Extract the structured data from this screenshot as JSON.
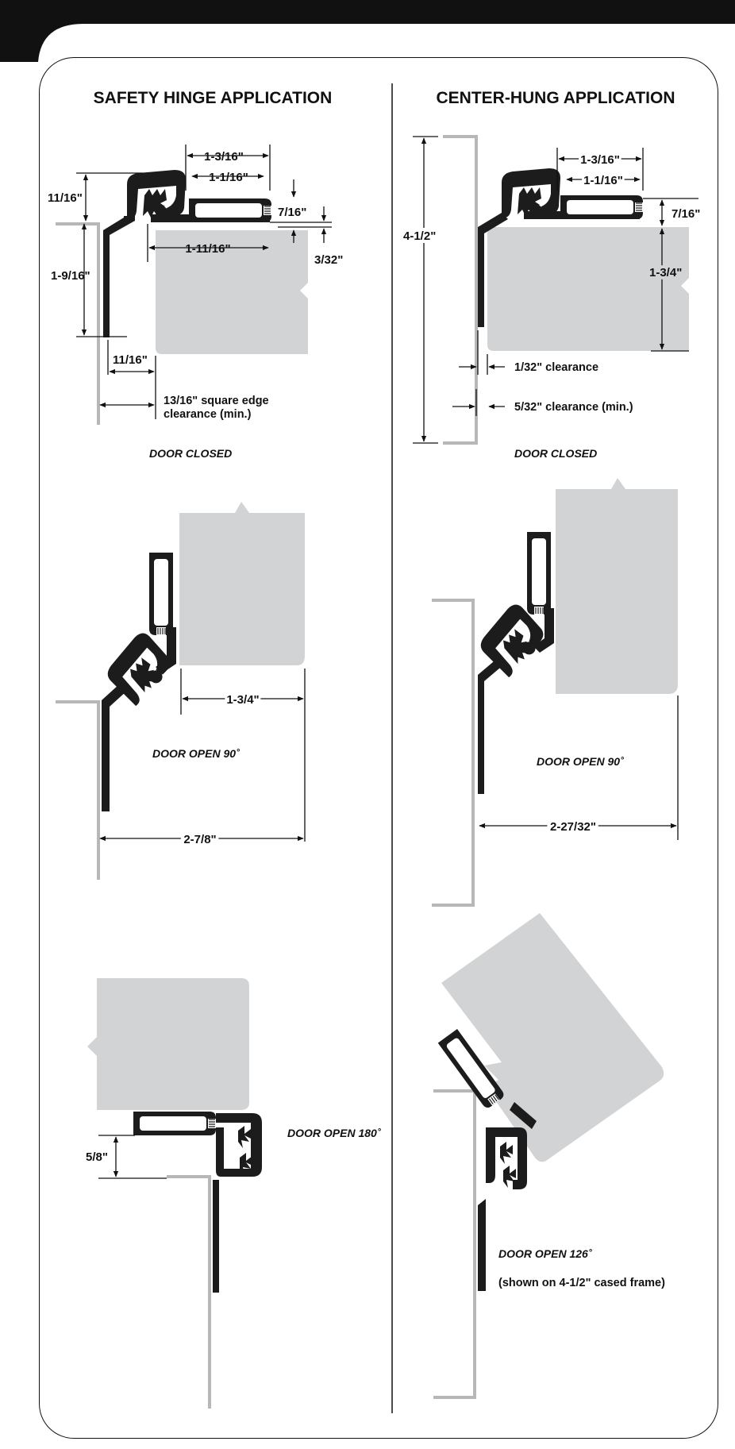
{
  "headers": {
    "left": "SAFETY HINGE APPLICATION",
    "right": "CENTER-HUNG APPLICATION"
  },
  "safety_closed": {
    "dims": [
      "1-3/16\"",
      "1-1/16\"",
      "11/16\"",
      "7/16\"",
      "1-11/16\"",
      "3/32\"",
      "1-9/16\"",
      "11/16\""
    ],
    "note_line1": "13/16\" square edge",
    "note_line2": "clearance (min.)",
    "caption": "DOOR CLOSED"
  },
  "safety_open90": {
    "dims": [
      "1-3/4\"",
      "2-7/8\""
    ],
    "caption": "DOOR OPEN 90˚"
  },
  "safety_open180": {
    "dims": [
      "5/8\""
    ],
    "caption": "DOOR OPEN 180˚"
  },
  "center_closed": {
    "dims": [
      "4-1/2\"",
      "1-3/16\"",
      "1-1/16\"",
      "7/16\"",
      "1-3/4\""
    ],
    "clearance1": "1/32\" clearance",
    "clearance2": "5/32\" clearance (min.)",
    "caption": "DOOR CLOSED"
  },
  "center_open90": {
    "dims": [
      "2-27/32\""
    ],
    "caption": "DOOR OPEN 90˚"
  },
  "center_open126": {
    "caption": "DOOR OPEN 126˚",
    "note": "(shown on 4-1/2\" cased frame)"
  },
  "colors": {
    "hinge": "#1c1c1c",
    "door": "#d2d3d4",
    "frame": "#b6b7b9",
    "ink": "#111111"
  }
}
